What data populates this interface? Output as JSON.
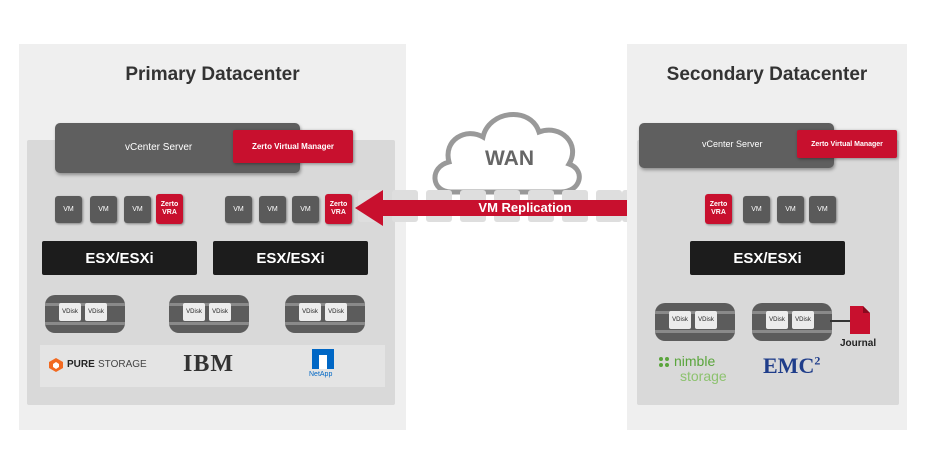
{
  "primary": {
    "title": "Primary Datacenter",
    "vcenter_label": "vCenter Server",
    "zvm_label": "Zerto Virtual Manager",
    "host1": {
      "vms": [
        "VM",
        "VM",
        "VM"
      ],
      "vra_label": "Zerto VRA",
      "esx_label": "ESX/ESXi"
    },
    "host2": {
      "vms": [
        "VM",
        "VM",
        "VM"
      ],
      "vra_label": "Zerto VRA",
      "esx_label": "ESX/ESXi"
    },
    "datastores": [
      {
        "disks": [
          "VDisk",
          "VDisk"
        ]
      },
      {
        "disks": [
          "VDisk",
          "VDisk"
        ]
      },
      {
        "disks": [
          "VDisk",
          "VDisk"
        ]
      }
    ],
    "vendors": {
      "pure_a": "PURE",
      "pure_b": "STORAGE",
      "ibm": "IBM",
      "netapp": "NetApp"
    }
  },
  "wan": {
    "label": "WAN",
    "replication_label": "VM Replication"
  },
  "secondary": {
    "title": "Secondary Datacenter",
    "vcenter_label": "vCenter Server",
    "zvm_label": "Zerto Virtual Manager",
    "host": {
      "vra_label": "Zerto VRA",
      "vms": [
        "VM",
        "VM",
        "VM"
      ],
      "esx_label": "ESX/ESXi"
    },
    "datastores": [
      {
        "disks": [
          "VDisk",
          "VDisk"
        ]
      },
      {
        "disks": [
          "VDisk",
          "VDisk"
        ]
      }
    ],
    "journal_label": "Journal",
    "vendors": {
      "nimble_a": "nimble",
      "nimble_b": "storage",
      "emc": "EMC",
      "emc_sup": "2"
    }
  },
  "colors": {
    "zerto_red": "#c8102e",
    "dark_gray": "#5a5a5a",
    "black": "#1c1c1c"
  }
}
